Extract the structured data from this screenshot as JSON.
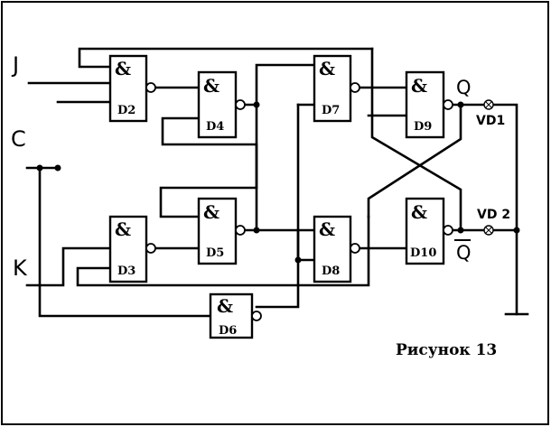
{
  "inputs": {
    "j": "J",
    "c": "C",
    "k": "K"
  },
  "outputs": {
    "q": "Q",
    "q_bar": "Q"
  },
  "gate_symbol": "&",
  "gates": [
    "D2",
    "D3",
    "D4",
    "D5",
    "D6",
    "D7",
    "D8",
    "D9",
    "D10"
  ],
  "leds": {
    "vd1": "VD1",
    "vd2": "VD 2"
  },
  "caption": "Рисунок 13"
}
